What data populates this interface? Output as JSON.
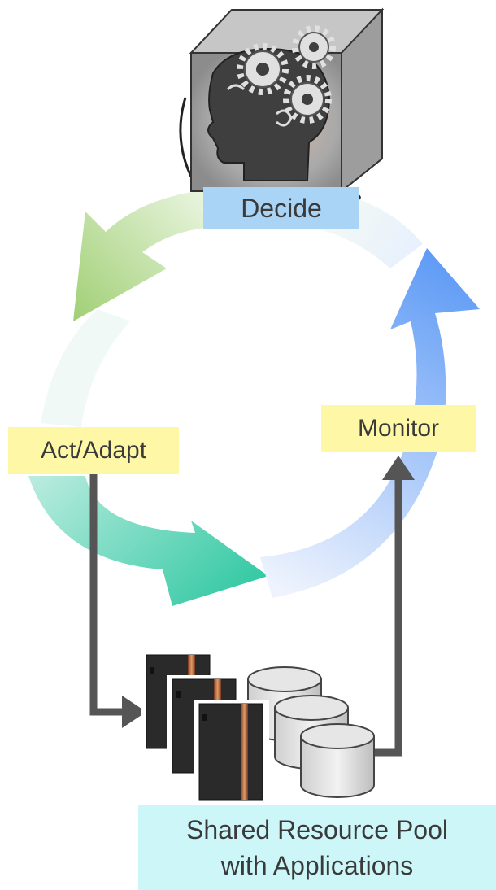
{
  "labels": {
    "decide": "Decide",
    "act_adapt": "Act/Adapt",
    "monitor": "Monitor",
    "pool_line1": "Shared Resource Pool",
    "pool_line2": "with Applications"
  },
  "colors": {
    "decide_bg": "#a9d4f5",
    "step_bg": "#fdf7a6",
    "pool_bg": "#ccf6f8",
    "arrow_green": "#9fcf73",
    "arrow_teal": "#2cc7a0",
    "arrow_blue": "#5a98f5",
    "connector": "#555555"
  },
  "icons": {
    "decide": "head-with-gears-cube-icon",
    "pool": "server-and-disk-stack-icon"
  }
}
